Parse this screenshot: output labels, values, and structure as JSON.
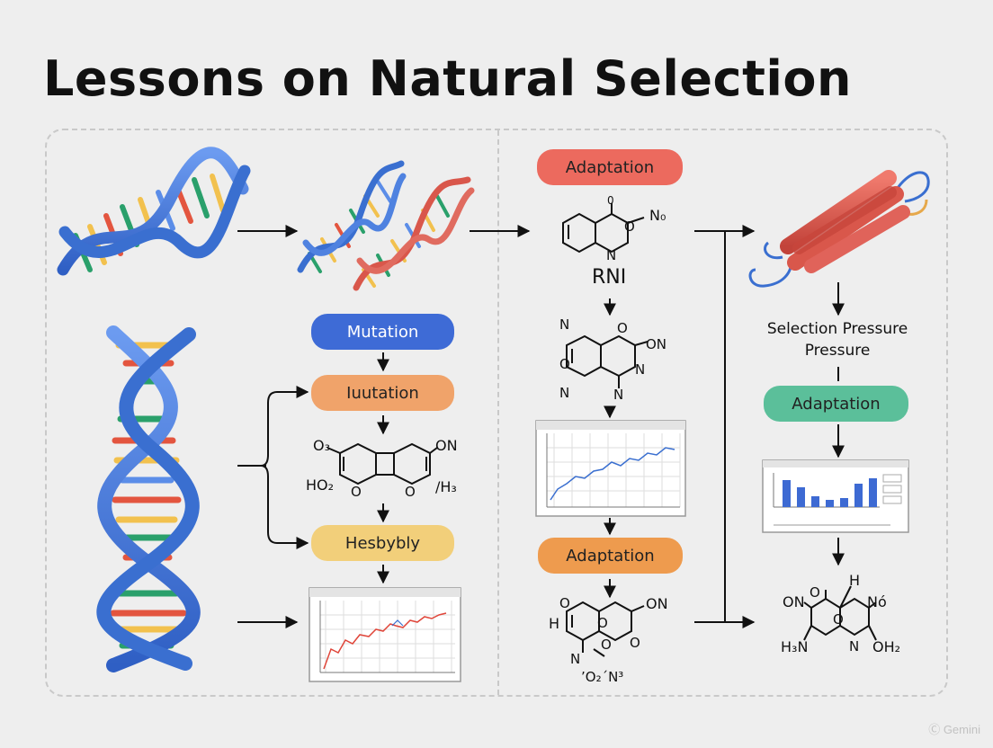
{
  "title": "Lessons on Natural Selection",
  "labels": {
    "adaptation_top": "Adaptation",
    "rna_label": "RNI",
    "mutation": "Mutation",
    "iutation": "Iuutation",
    "hesbybly": "Hesbybly",
    "adaptation_mid": "Adaptation",
    "selection_pressure_line1": "Selection Pressure",
    "selection_pressure_line2": "Pressure",
    "adaptation_right": "Adaptation"
  },
  "molecules": {
    "m1": [
      "0",
      "N₀",
      "O",
      "N"
    ],
    "m2": [
      "N",
      "O",
      "ON",
      "O",
      "N",
      "N",
      "N"
    ],
    "m3": [
      "O₃",
      "ON",
      "HO₂",
      "O",
      "O",
      "/H₃"
    ],
    "m4": [
      "H",
      "O",
      "O",
      "ON",
      "N",
      "O",
      "O",
      "’O₂´N³"
    ],
    "m5": [
      "O",
      "H",
      "ON",
      "Nó",
      "O",
      "H₃N",
      "N",
      "OH₂"
    ]
  },
  "chart_legend_marks": [
    "▪",
    "▪",
    "▪"
  ],
  "watermark": "Ⓒ Gemini",
  "colors": {
    "dna_blue": "#3a6fd0",
    "dna_red": "#d9574b",
    "rung_green": "#2aa06b",
    "rung_yellow": "#f2c14e",
    "rung_red": "#e3553f",
    "rung_blue": "#5b8de8"
  }
}
